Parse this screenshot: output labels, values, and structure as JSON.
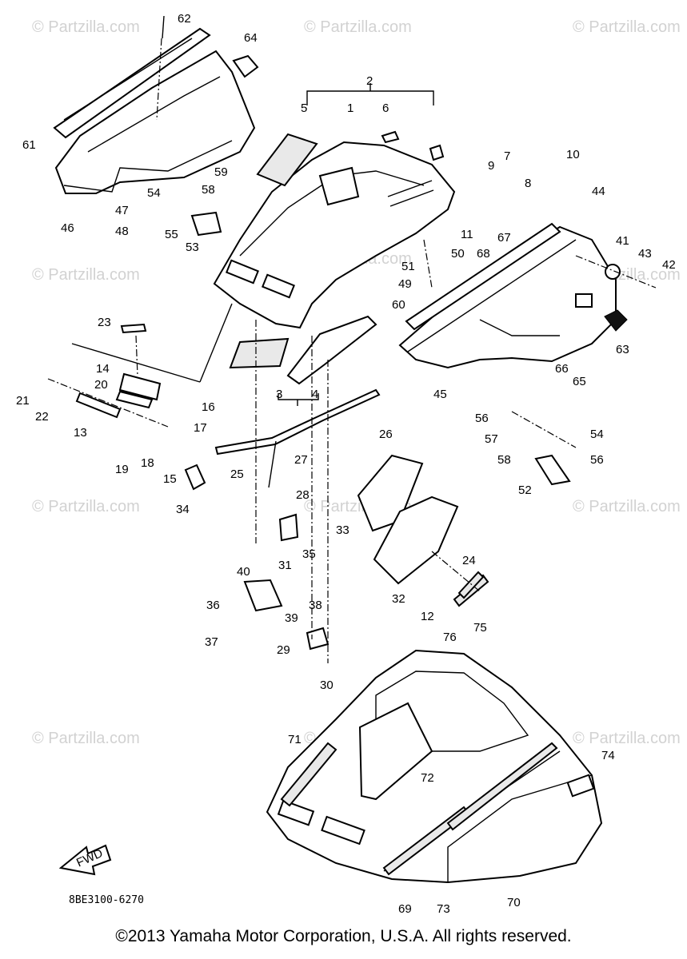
{
  "watermark": "© Partzilla.com",
  "diagram_code": "8BE3100-6270",
  "fwd_label": "FWD",
  "copyright": "©2013  Yamaha Motor Corporation, U.S.A. All rights reserved.",
  "callouts": [
    "1",
    "2",
    "3",
    "4",
    "5",
    "6",
    "7",
    "8",
    "9",
    "10",
    "11",
    "12",
    "13",
    "14",
    "15",
    "16",
    "17",
    "18",
    "19",
    "20",
    "21",
    "22",
    "23",
    "24",
    "25",
    "26",
    "27",
    "28",
    "29",
    "30",
    "31",
    "32",
    "33",
    "34",
    "35",
    "36",
    "37",
    "38",
    "39",
    "40",
    "41",
    "42",
    "43",
    "44",
    "45",
    "46",
    "47",
    "48",
    "49",
    "50",
    "51",
    "52",
    "53",
    "54",
    "55",
    "56",
    "57",
    "58",
    "59",
    "60",
    "61",
    "62",
    "63",
    "64",
    "65",
    "66",
    "67",
    "68",
    "69",
    "70",
    "71",
    "72",
    "73",
    "74",
    "75",
    "76"
  ]
}
